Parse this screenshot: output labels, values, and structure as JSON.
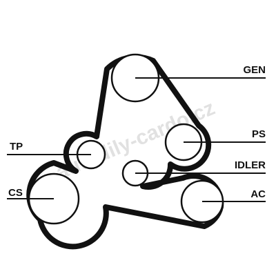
{
  "labels": {
    "gen": "GEN",
    "ps": "PS",
    "tp": "TP",
    "idler": "IDLER",
    "cs": "CS",
    "ac": "AC"
  },
  "watermark": "autodily-cardo.cz",
  "colors": {
    "ink": "#111111",
    "watermark": "#c9c9c9"
  }
}
